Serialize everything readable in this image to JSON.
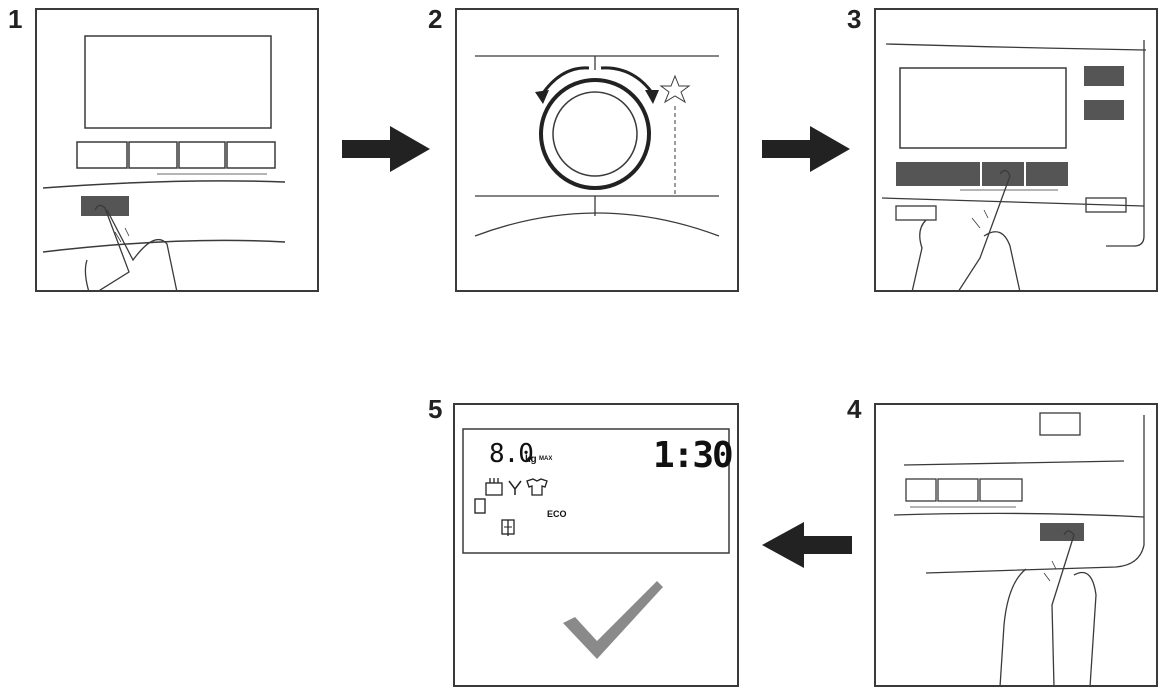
{
  "steps": [
    {
      "number": "1"
    },
    {
      "number": "2"
    },
    {
      "number": "3"
    },
    {
      "number": "4"
    },
    {
      "number": "5"
    }
  ],
  "display": {
    "load": "8.0",
    "load_unit": "kg",
    "load_suffix": "MAX",
    "time": "1:30",
    "mode": "ECO"
  },
  "colors": {
    "line": "#3a3a3a",
    "button_fill": "#555555",
    "checkmark": "#8a8a8a",
    "arrow": "#222222"
  }
}
